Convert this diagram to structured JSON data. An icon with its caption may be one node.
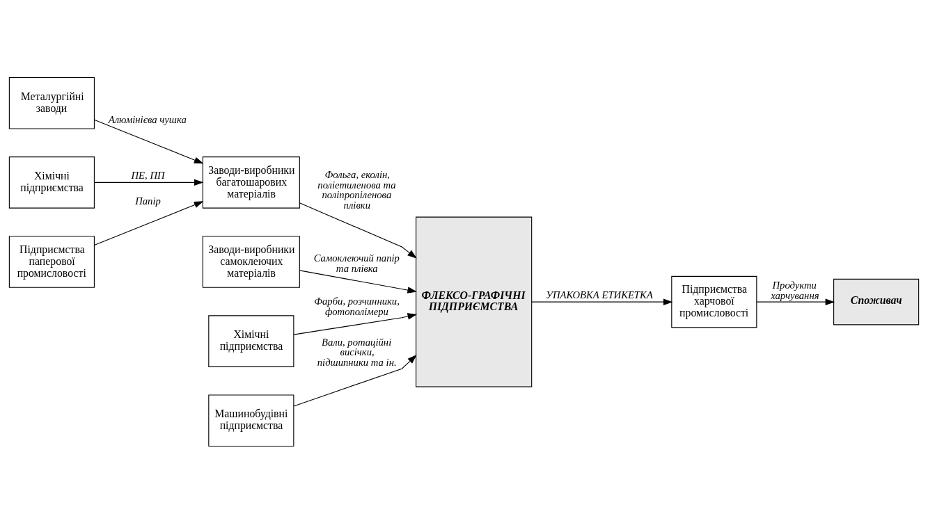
{
  "diagram": {
    "nodes": [
      {
        "text": [
          "Металургійні заводи"
        ]
      },
      {
        "text": [
          "Хімічні підприємства"
        ]
      },
      {
        "text": [
          "Підприємства паперової промисловості"
        ]
      },
      {
        "text": [
          "Заводи-виробники багатошарових матеріалів"
        ]
      },
      {
        "text": [
          "Заводи-виробники самоклеючих матеріалів"
        ]
      },
      {
        "text": [
          "Хімічні підприємства"
        ]
      },
      {
        "text": [
          "Машинобудівні підприємства"
        ]
      },
      {
        "text": [
          "ФЛЕКСО-ГРАФІЧНІ ПІДПРИЄМСТВА"
        ]
      },
      {
        "text": [
          "Підприємства харчової промисловості"
        ]
      },
      {
        "text": [
          "Споживач"
        ]
      }
    ],
    "edges": [
      {
        "from": 0,
        "to": 3,
        "arrow": "to",
        "label": "Алюмінієва чушка"
      },
      {
        "from": 1,
        "to": 3,
        "arrow": "to",
        "label": "ПЕ, ПП"
      },
      {
        "from": 2,
        "to": 3,
        "arrow": "to",
        "label": "Папір"
      },
      {
        "from": 3,
        "to": 7,
        "arrow": "to",
        "label": "Фольга, еколін, поліетиленова та поліпропіленова плівки"
      },
      {
        "from": 4,
        "to": 7,
        "arrow": "to",
        "label": "Самоклеючий папір та плівка"
      },
      {
        "from": 5,
        "to": 7,
        "arrow": "to",
        "label": "Фарби, розчинники, фотополімери"
      },
      {
        "from": 6,
        "to": 7,
        "arrow": "to",
        "label": "Вали, ротаційні висічки, підшипники та ін."
      },
      {
        "from": 7,
        "to": 8,
        "arrow": "to",
        "label": "УПАКОВКА ЕТИКЕТКА"
      },
      {
        "from": 8,
        "to": 9,
        "arrow": "to",
        "label": "Продукти харчування"
      }
    ]
  }
}
